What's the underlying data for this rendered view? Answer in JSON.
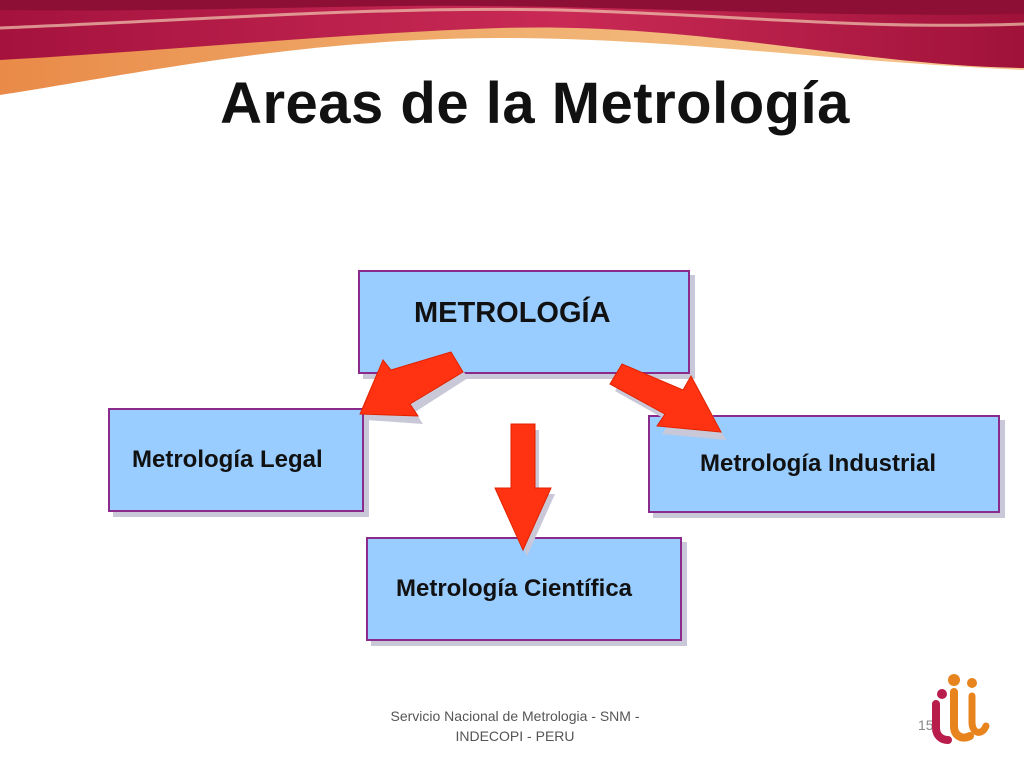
{
  "slide": {
    "title": "Areas de la Metrología",
    "page_number": "15"
  },
  "diagram": {
    "root": "METROLOGÍA",
    "children": {
      "legal": "Metrología Legal",
      "cientifica": "Metrología Científica",
      "industrial": "Metrología Industrial"
    },
    "edges": [
      {
        "from": "METROLOGÍA",
        "to": "Metrología Legal"
      },
      {
        "from": "METROLOGÍA",
        "to": "Metrología Científica"
      },
      {
        "from": "METROLOGÍA",
        "to": "Metrología Industrial"
      }
    ]
  },
  "footer": {
    "line1": "Servicio Nacional de Metrologia - SNM -",
    "line2": "INDECOPI - PERU"
  },
  "colors": {
    "box_fill": "#99ccff",
    "box_border": "#8a2a8a",
    "arrow": "#ff3311",
    "header_crimson": "#b81d4c"
  }
}
